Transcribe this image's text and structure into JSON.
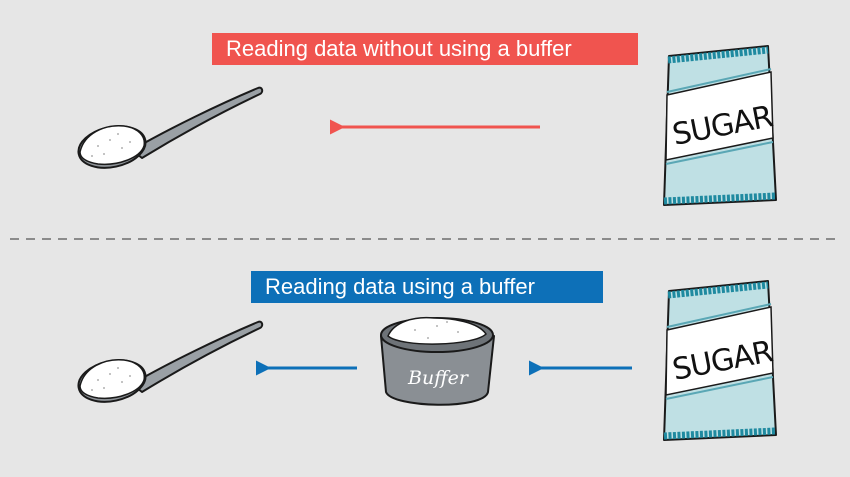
{
  "top_panel": {
    "caption": "Reading data without using a buffer",
    "caption_color": "#f0544f",
    "arrow_color": "#f0544f",
    "source_label": "SUGAR"
  },
  "bottom_panel": {
    "caption": "Reading data using a buffer",
    "caption_color": "#0d70b8",
    "arrow_color": "#0d70b8",
    "buffer_label": "Buffer",
    "source_label": "SUGAR"
  },
  "colors": {
    "background": "#e6e6e6",
    "bag_fill": "#bfe0e4",
    "bag_seal": "#1f8aa0",
    "bowl_fill": "#8a8f94",
    "spoon_fill": "#9aa0a5"
  },
  "icons": [
    "spoon-icon",
    "sugar-bag-icon",
    "buffer-bowl-icon",
    "arrow-left-icon"
  ]
}
